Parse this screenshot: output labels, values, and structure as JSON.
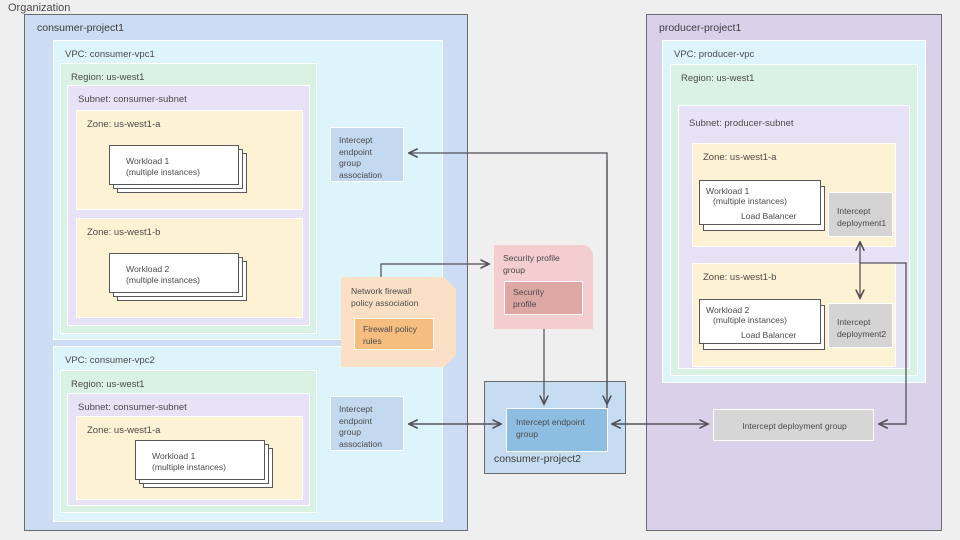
{
  "organization": {
    "label": "Organization"
  },
  "projects": {
    "consumer1": {
      "title": "consumer-project1"
    },
    "consumer2": {
      "title": "consumer-project2"
    },
    "producer1": {
      "title": "producer-project1"
    }
  },
  "consumer_vpc1": {
    "title": "VPC: consumer-vpc1",
    "region": "Region: us-west1",
    "subnet": "Subnet: consumer-subnet",
    "zone_a": "Zone: us-west1-a",
    "zone_b": "Zone: us-west1-b",
    "workload1_line1": "Workload 1",
    "workload1_line2": "(multiple instances)",
    "workload2_line1": "Workload 2",
    "workload2_line2": "(multiple instances)"
  },
  "consumer_vpc2": {
    "title": "VPC: consumer-vpc2",
    "region": "Region: us-west1",
    "subnet": "Subnet: consumer-subnet",
    "zone_a": "Zone: us-west1-a",
    "workload1_line1": "Workload 1",
    "workload1_line2": "(multiple instances)"
  },
  "producer_vpc": {
    "title": "VPC: producer-vpc",
    "region": "Region: us-west1",
    "subnet": "Subnet: producer-subnet",
    "zone_a": "Zone: us-west1-a",
    "zone_b": "Zone: us-west1-b",
    "workload1_line1": "Workload 1",
    "workload1_line2": "(multiple instances)",
    "workload1_lb": "Load Balancer",
    "workload2_line1": "Workload 2",
    "workload2_line2": "(multiple instances)",
    "workload2_lb": "Load Balancer"
  },
  "nodes": {
    "iep_assoc_top": "Intercept\nendpoint\ngroup\nassociation",
    "iep_assoc_bottom": "Intercept\nendpoint\ngroup\nassociation",
    "intercept_endpoint_group": "Intercept endpoint\ngroup",
    "intercept_deployment_group": "Intercept deployment group",
    "intercept_deployment1": "Intercept\ndeployment1",
    "intercept_deployment2": "Intercept\ndeployment2",
    "security_profile_group": "Security profile\ngroup",
    "security_profile": "Security\nprofile",
    "network_firewall_policy_association": "Network firewall\npolicy association",
    "firewall_policy_rules": "Firewall policy\nrules"
  },
  "colors": {
    "background": "#efefef",
    "consumer_project": "#ccdcf2",
    "producer_project": "#d9d0ea",
    "vpc": "#ddf4fb",
    "region": "#d9f2e4",
    "subnet": "#e8e2f6",
    "zone": "#fdf3d4",
    "intercept_endpoint_group": "#8ebde2",
    "association": "#c3d9ef",
    "deployment": "#d4d4d4",
    "security_profile_group": "#f3cdd0",
    "security_profile": "#dda7a4",
    "firewall_association": "#fbe0c6",
    "firewall_rules": "#f6bd81",
    "stroke": "#4f4f56"
  }
}
